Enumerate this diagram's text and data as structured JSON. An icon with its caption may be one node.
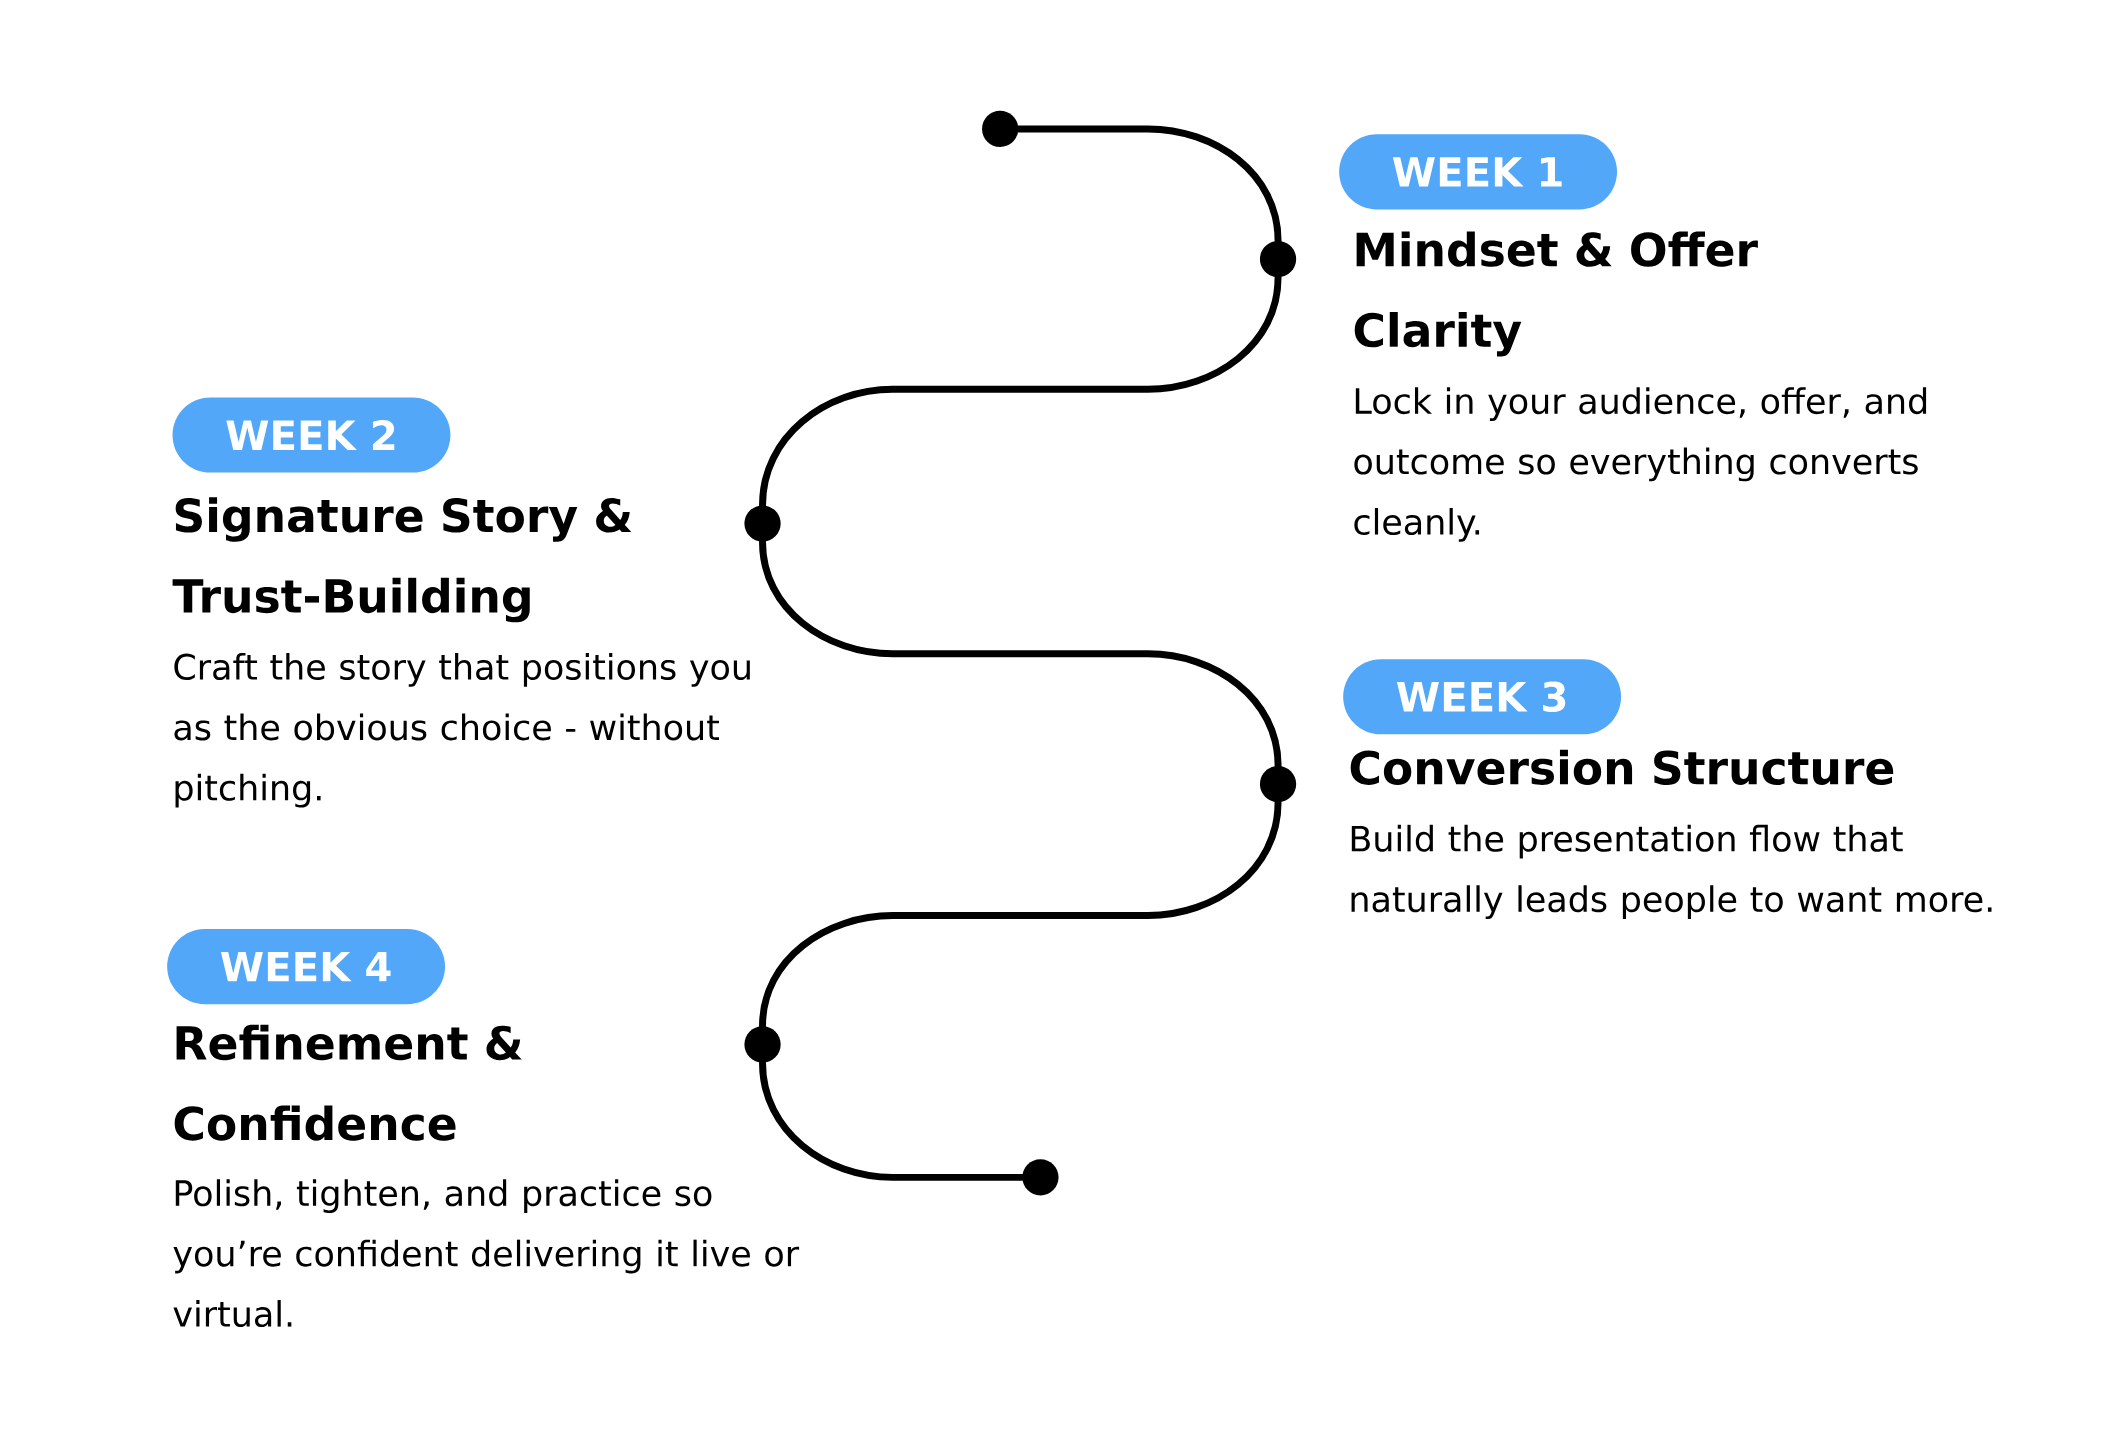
{
  "diagram": {
    "nodes": [
      {
        "text": [
          "WEEK 1"
        ],
        "beside": [
          "Mindset & Offer Clarity",
          "Lock in your audience, offer, and outcome so everything converts cleanly."
        ]
      },
      {
        "text": [
          "WEEK 2"
        ],
        "beside": [
          "Signature Story & Trust-Building",
          "Craft the story that positions you as the obvious choice - without pitching."
        ]
      },
      {
        "text": [
          "WEEK 3"
        ],
        "beside": [
          "Conversion Structure",
          "Build the presentation flow that naturally leads people to want more."
        ]
      },
      {
        "text": [
          "WEEK 4"
        ],
        "beside": [
          "Refinement & Confidence",
          "Polish, tighten, and practice so you’re confident delivering it live or virtual."
        ]
      },
      {
        "text": [],
        "shape": "circle"
      },
      {
        "text": [],
        "shape": "circle"
      },
      {
        "text": [],
        "shape": "circle"
      },
      {
        "text": [],
        "shape": "circle"
      },
      {
        "text": [],
        "shape": "circle"
      },
      {
        "text": [],
        "shape": "circle"
      }
    ],
    "edges": [
      {
        "from": 4,
        "to": 5,
        "arrow": "none"
      },
      {
        "from": 5,
        "to": 6,
        "arrow": "none"
      },
      {
        "from": 6,
        "to": 7,
        "arrow": "none"
      },
      {
        "from": 7,
        "to": 8,
        "arrow": "none"
      },
      {
        "from": 8,
        "to": 9,
        "arrow": "none"
      }
    ]
  }
}
